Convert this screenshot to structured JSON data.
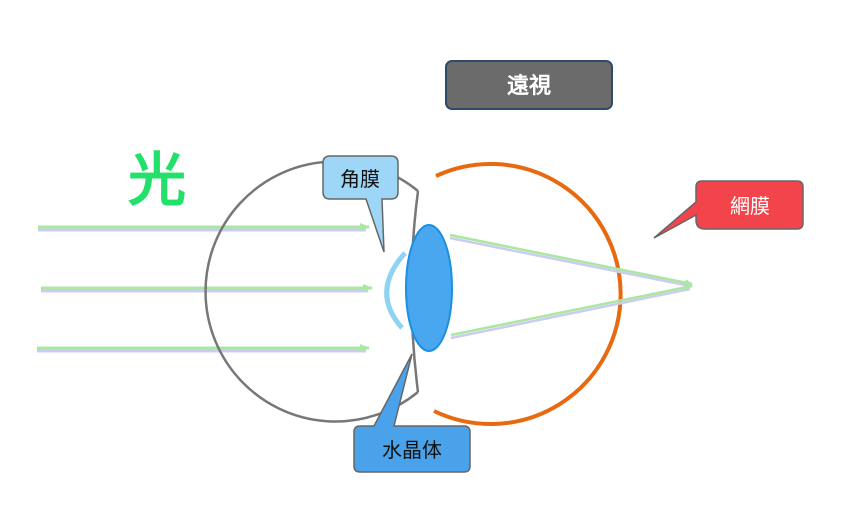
{
  "title": "遠視",
  "light_label": "光",
  "labels": {
    "cornea": "角膜",
    "lens": "水晶体",
    "retina": "網膜"
  },
  "colors": {
    "title_bg": "#6b6b6b",
    "title_border": "#2f4a6a",
    "light_text": "#22e06a",
    "cornea_callout": "#9dd6f7",
    "cornea_arc": "#8fd3f2",
    "lens_fill": "#49a7f0",
    "lens_stroke": "#1c8fe0",
    "lens_callout": "#4aa3ea",
    "retina_callout": "#f2444a",
    "sclera_gray": "#777777",
    "retina_orange": "#e8690f",
    "ray_green": "#a9e7a2",
    "ray_shadow": "#ccccf0"
  }
}
